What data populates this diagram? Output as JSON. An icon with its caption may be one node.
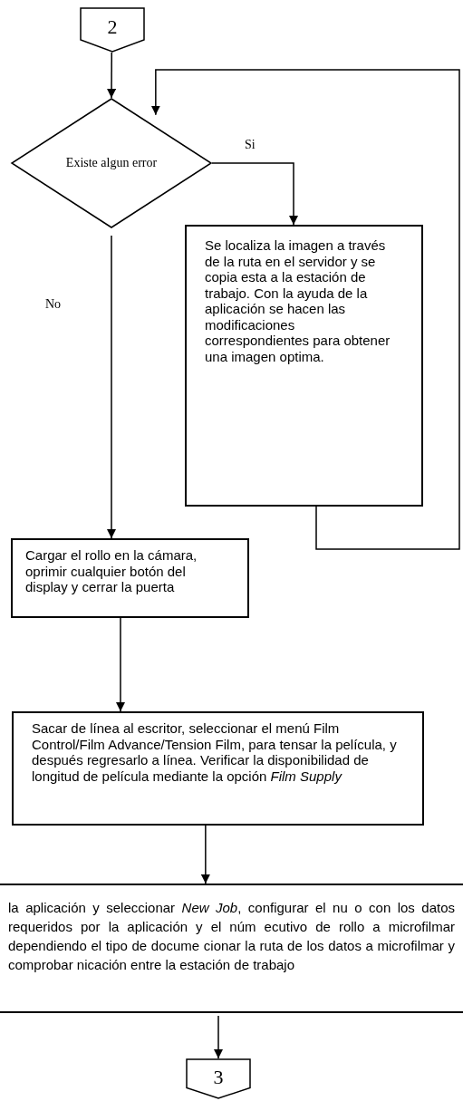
{
  "diagram": {
    "nodes": [
      {
        "text": [
          "2"
        ]
      },
      {
        "text": [
          "Existe algun error"
        ]
      },
      {
        "text": [
          "Se localiza la imagen a través de la ruta en el servidor y se copia esta a la estación de trabajo. Con la ayuda de la aplicación se hacen las modificaciones correspondientes para obtener una imagen optima."
        ]
      },
      {
        "text": [
          "Cargar el rollo en la cámara, oprimir cualquier botón del display y cerrar la puerta"
        ]
      },
      {
        "text": [
          "Sacar de línea al escritor, seleccionar el menú Film Control/Film Advance/Tension Film, para tensar la película, y después regresarlo a línea. Verificar la disponibilidad de longitud de película mediante la opción *Film Supply*"
        ]
      },
      {
        "text": [
          "la aplicación y seleccionar *New Job*, configurar el nu o con los datos requeridos por la aplicación y el núm ecutivo de rollo a microfilmar dependiendo el tipo de docume cionar la ruta de los datos a microfilmar y comprobar nicación entre la estación de trabajo"
        ]
      },
      {
        "text": [
          "3"
        ]
      }
    ],
    "edges": [
      {
        "from": 0,
        "to": 1,
        "arrow": "to"
      },
      {
        "from": 1,
        "to": 2,
        "arrow": "to",
        "label": "Si"
      },
      {
        "from": 1,
        "to": 3,
        "arrow": "to",
        "label": "No"
      },
      {
        "from": 2,
        "to": 1,
        "arrow": "to"
      },
      {
        "from": 3,
        "to": 4,
        "arrow": "to"
      },
      {
        "from": 4,
        "to": 5,
        "arrow": "to"
      },
      {
        "from": 5,
        "to": 6,
        "arrow": "to"
      }
    ]
  }
}
